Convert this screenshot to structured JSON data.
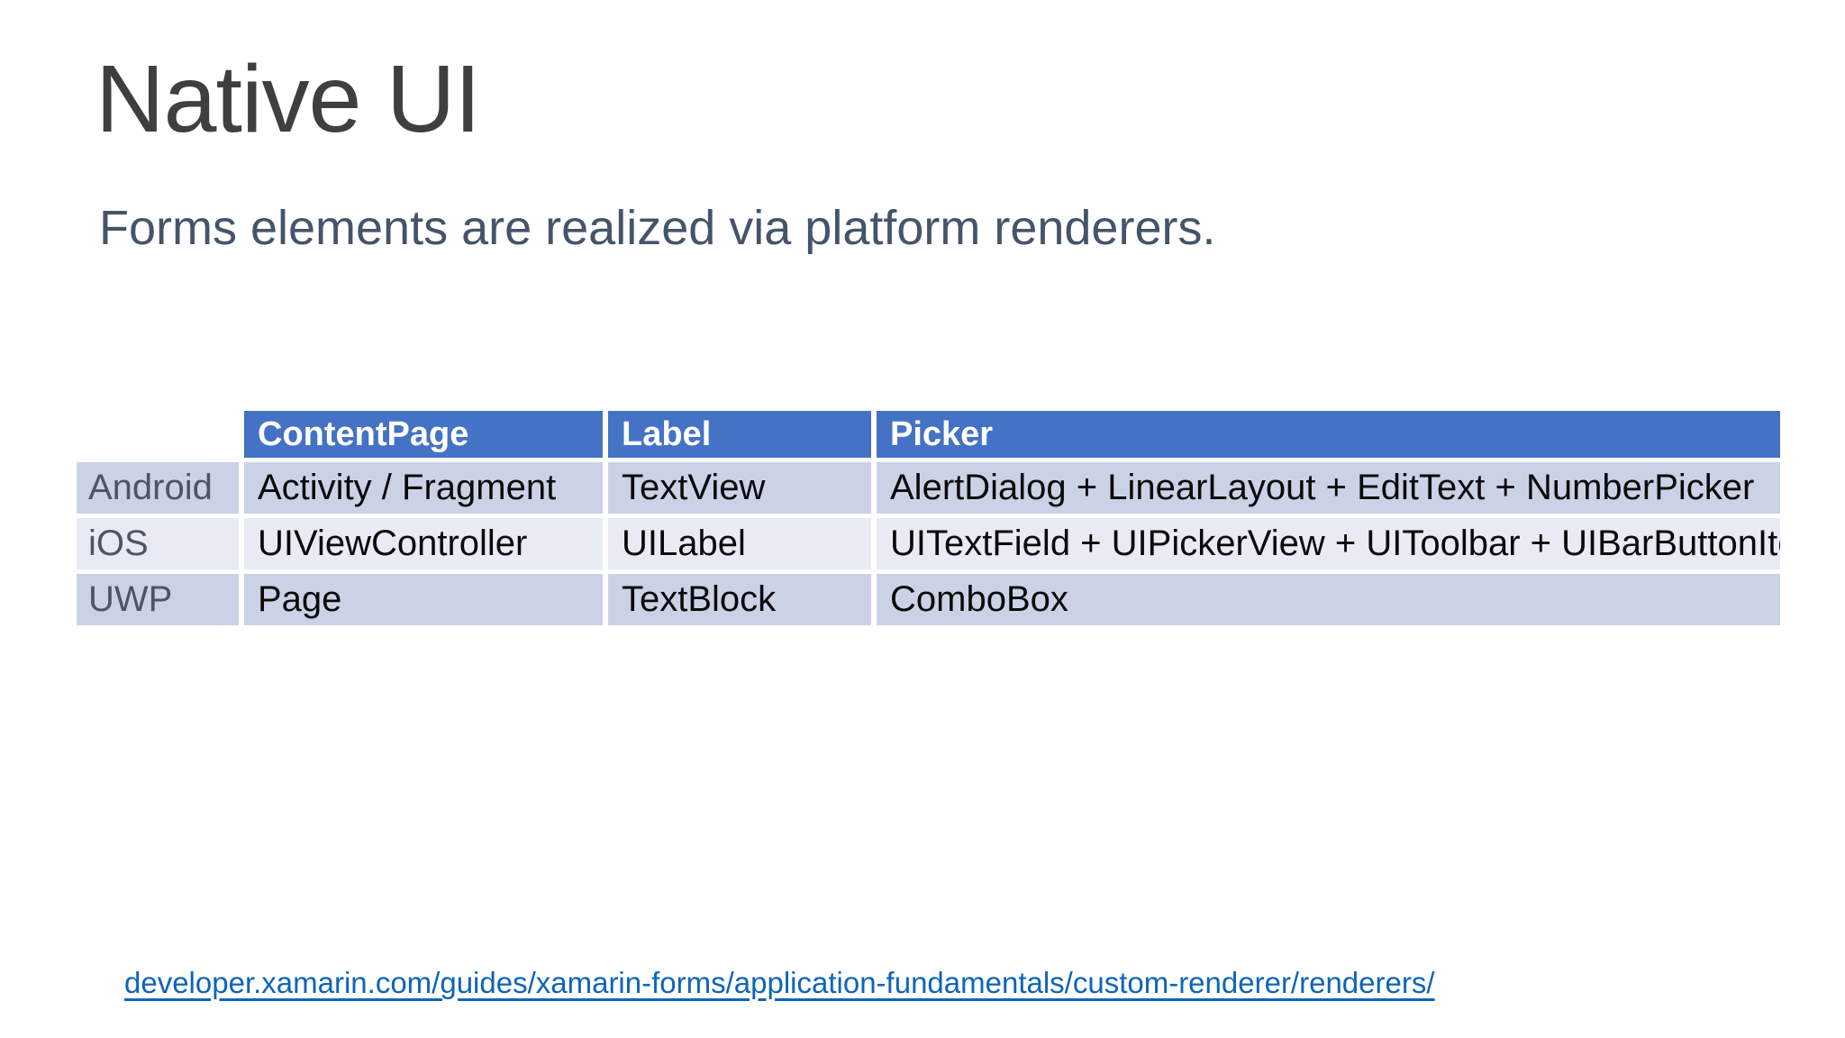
{
  "slide": {
    "title": "Native UI",
    "subtitle": "Forms elements are realized via platform renderers.",
    "link": "developer.xamarin.com/guides/xamarin-forms/application-fundamentals/custom-renderer/renderers/"
  },
  "table": {
    "column_headers": [
      "ContentPage",
      "Label",
      "Picker"
    ],
    "rows": [
      {
        "platform": "Android",
        "cells": [
          "Activity / Fragment",
          "TextView",
          "AlertDialog + LinearLayout + EditText + NumberPicker"
        ]
      },
      {
        "platform": "iOS",
        "cells": [
          "UIViewController",
          "UILabel",
          "UITextField + UIPickerView + UIToolbar + UIBarButtonItem"
        ]
      },
      {
        "platform": "UWP",
        "cells": [
          "Page",
          "TextBlock",
          "ComboBox"
        ]
      }
    ]
  },
  "colors": {
    "header_bg": "#4472c4",
    "header_text": "#ffffff",
    "band_dark": "#ccd2e6",
    "band_light": "#e9ebf4",
    "title_text": "#3f3f3f",
    "subtitle_text": "#44546a",
    "row_label_text": "#4d5565",
    "cell_text": "#0a0a0a",
    "link_text": "#0e65b8",
    "background": "#ffffff"
  }
}
